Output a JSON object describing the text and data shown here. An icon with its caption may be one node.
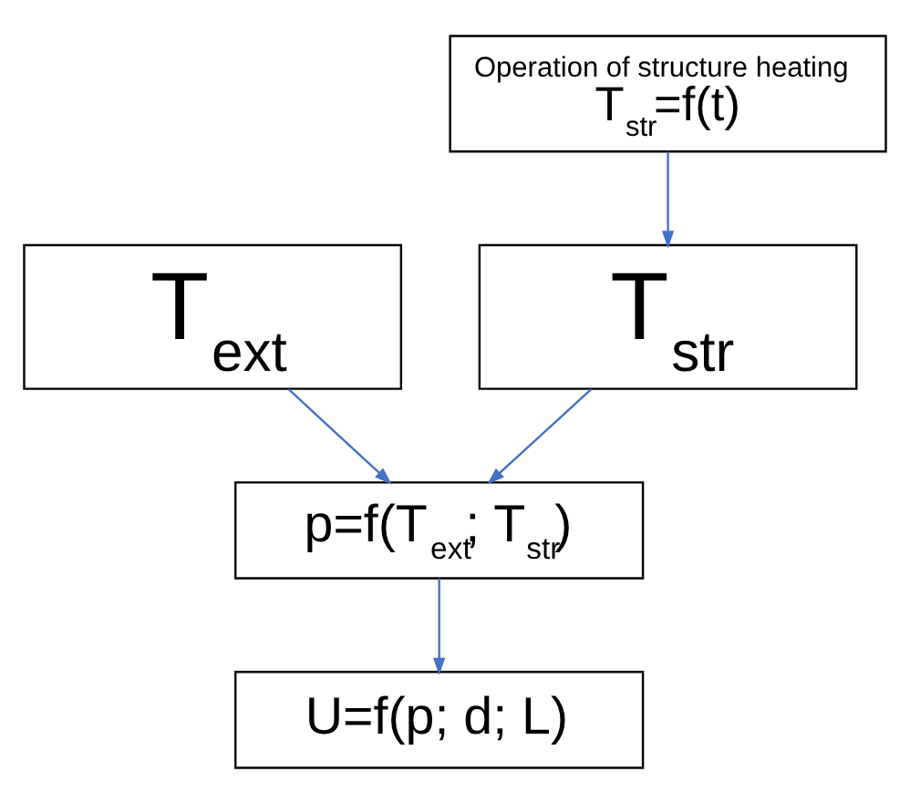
{
  "diagram": {
    "nodes": [
      {
        "text": [
          "Operation of structure heating",
          "T$_{str}$=f(t)"
        ]
      },
      {
        "text": [
          "T$_{ext}$"
        ]
      },
      {
        "text": [
          "T$_{str}$"
        ]
      },
      {
        "text": [
          "p=f(T$_{ext}$; T$_{str}$)"
        ]
      },
      {
        "text": [
          "U=f(p; d; L)"
        ]
      }
    ],
    "edges": [
      {
        "from": 0,
        "to": 2,
        "arrow": "to"
      },
      {
        "from": 1,
        "to": 3,
        "arrow": "to"
      },
      {
        "from": 2,
        "to": 3,
        "arrow": "to"
      },
      {
        "from": 3,
        "to": 4,
        "arrow": "to"
      }
    ]
  }
}
